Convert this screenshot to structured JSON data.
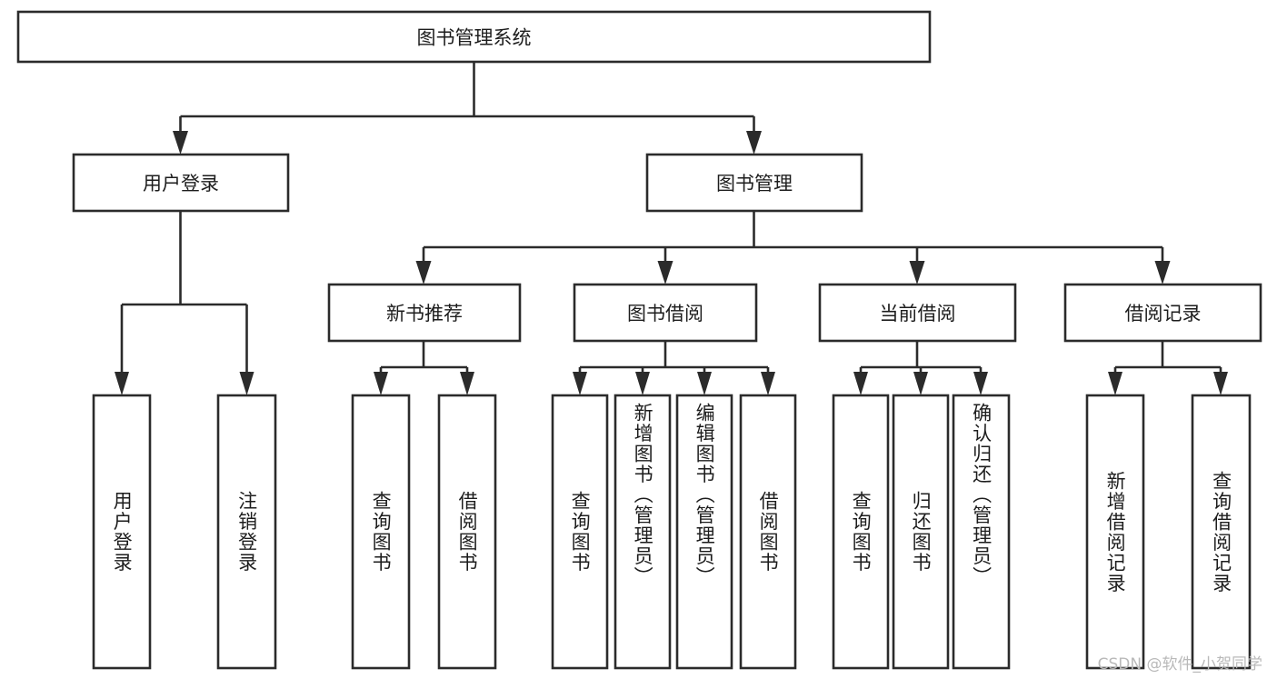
{
  "diagram": {
    "type": "tree",
    "title": "图书管理系统",
    "orientation": "top-down",
    "watermark": "CSDN @软件_小贺同学",
    "colors": {
      "box_fill": "#ffffff",
      "box_stroke": "#2b2b2b",
      "text": "#1d1d1d",
      "watermark": "#b9b9b9",
      "background": "#ffffff"
    },
    "nodes": {
      "root": {
        "label": "图书管理系统",
        "level": 1,
        "orientation": "horizontal"
      },
      "level2": [
        {
          "id": "user-login",
          "label": "用户登录",
          "orientation": "horizontal"
        },
        {
          "id": "book-manage",
          "label": "图书管理",
          "orientation": "horizontal"
        }
      ],
      "level3": [
        {
          "id": "new-book-rec",
          "label": "新书推荐",
          "orientation": "horizontal"
        },
        {
          "id": "book-borrow",
          "label": "图书借阅",
          "orientation": "horizontal"
        },
        {
          "id": "current-borrow",
          "label": "当前借阅",
          "orientation": "horizontal"
        },
        {
          "id": "borrow-record",
          "label": "借阅记录",
          "orientation": "horizontal"
        }
      ],
      "leaves": [
        {
          "id": "leaf-user-login",
          "label": "用户登录",
          "parent": "user-login",
          "orientation": "vertical"
        },
        {
          "id": "leaf-user-logout",
          "label": "注销登录",
          "parent": "user-login",
          "orientation": "vertical"
        },
        {
          "id": "leaf-query-book-rec",
          "label": "查询图书",
          "parent": "new-book-rec",
          "orientation": "vertical"
        },
        {
          "id": "leaf-borrow-book-rec",
          "label": "借阅图书",
          "parent": "new-book-rec",
          "orientation": "vertical"
        },
        {
          "id": "leaf-query-book-borrow",
          "label": "查询图书",
          "parent": "book-borrow",
          "orientation": "vertical"
        },
        {
          "id": "leaf-add-book",
          "label": "新增图书（管理员）",
          "parent": "book-borrow",
          "orientation": "vertical"
        },
        {
          "id": "leaf-edit-book",
          "label": "编辑图书（管理员）",
          "parent": "book-borrow",
          "orientation": "vertical"
        },
        {
          "id": "leaf-borrow-book",
          "label": "借阅图书",
          "parent": "book-borrow",
          "orientation": "vertical"
        },
        {
          "id": "leaf-query-book-cur",
          "label": "查询图书",
          "parent": "current-borrow",
          "orientation": "vertical"
        },
        {
          "id": "leaf-return-book",
          "label": "归还图书",
          "parent": "current-borrow",
          "orientation": "vertical"
        },
        {
          "id": "leaf-confirm-return",
          "label": "确认归还（管理员）",
          "parent": "current-borrow",
          "orientation": "vertical"
        },
        {
          "id": "leaf-add-record",
          "label": "新增借阅记录",
          "parent": "borrow-record",
          "orientation": "vertical"
        },
        {
          "id": "leaf-query-record",
          "label": "查询借阅记录",
          "parent": "borrow-record",
          "orientation": "vertical"
        }
      ]
    }
  }
}
